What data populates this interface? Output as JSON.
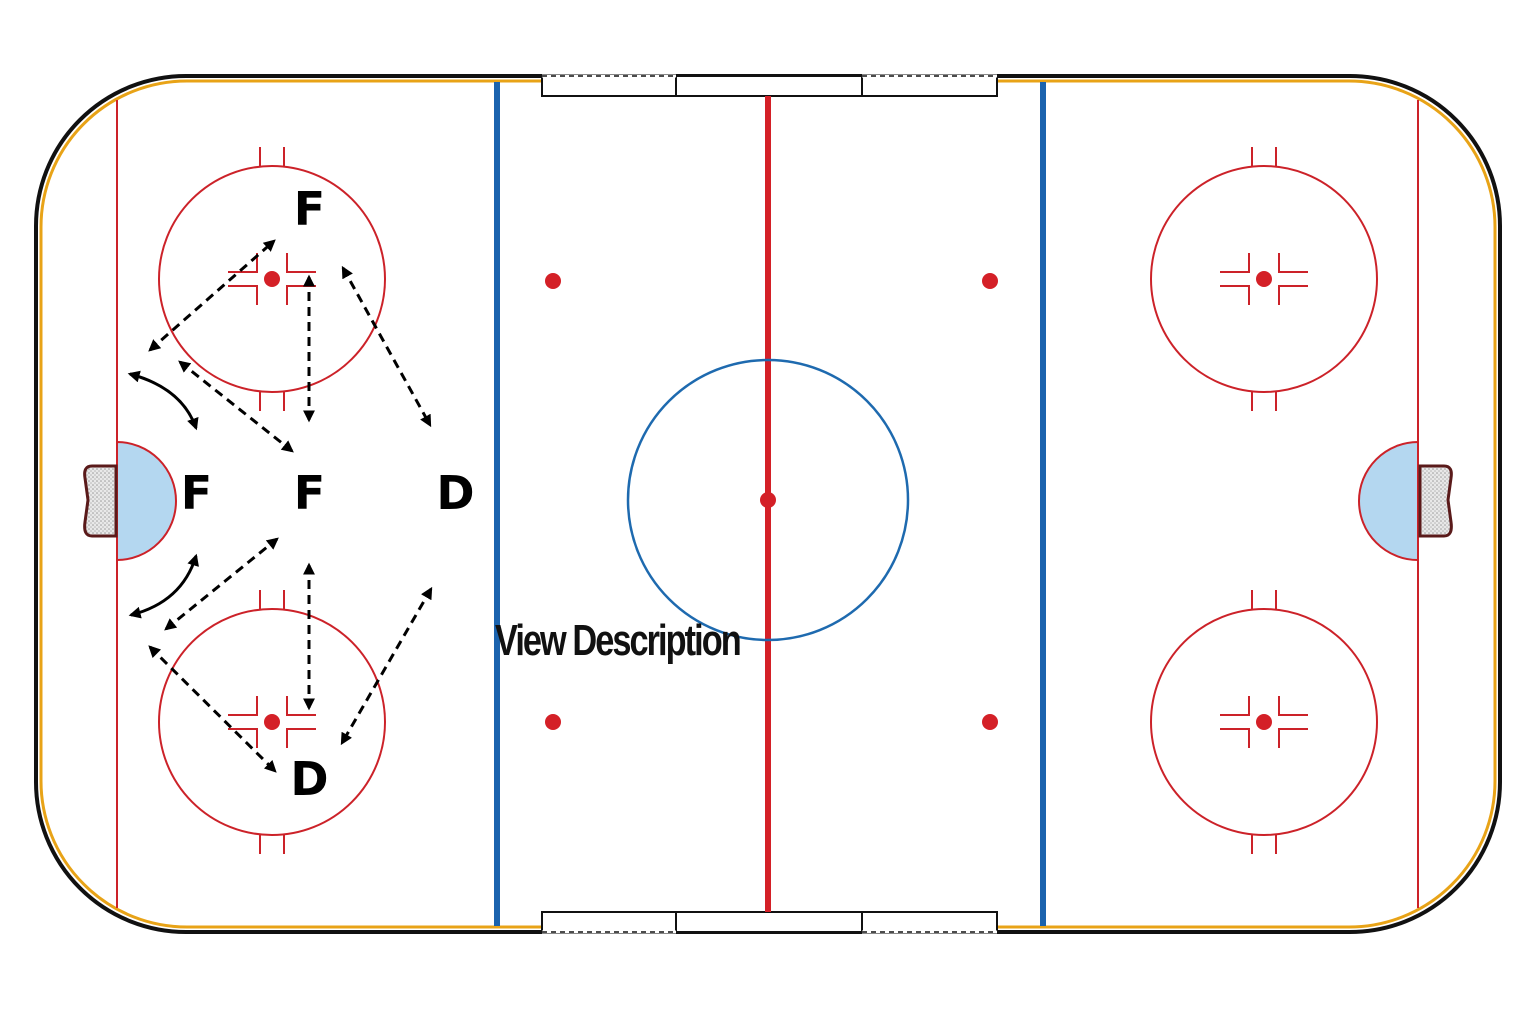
{
  "diagram": {
    "type": "hockey-rink-drill",
    "colors": {
      "board_yellow": "#E8A317",
      "board_black": "#111111",
      "red_line": "#D42027",
      "blue_line": "#1B63AE",
      "crease_fill": "#B4D7F0",
      "circle_red": "#CC2229",
      "center_circle_blue": "#1E6AAF",
      "arrow": "#000000"
    },
    "players": [
      {
        "id": "f-top",
        "label": "F",
        "role": "forward"
      },
      {
        "id": "f-net",
        "label": "F",
        "role": "forward"
      },
      {
        "id": "f-slot",
        "label": "F",
        "role": "forward"
      },
      {
        "id": "d-point",
        "label": "D",
        "role": "defense"
      },
      {
        "id": "d-bottom",
        "label": "D",
        "role": "defense"
      }
    ],
    "link": {
      "label": "View Description"
    }
  }
}
